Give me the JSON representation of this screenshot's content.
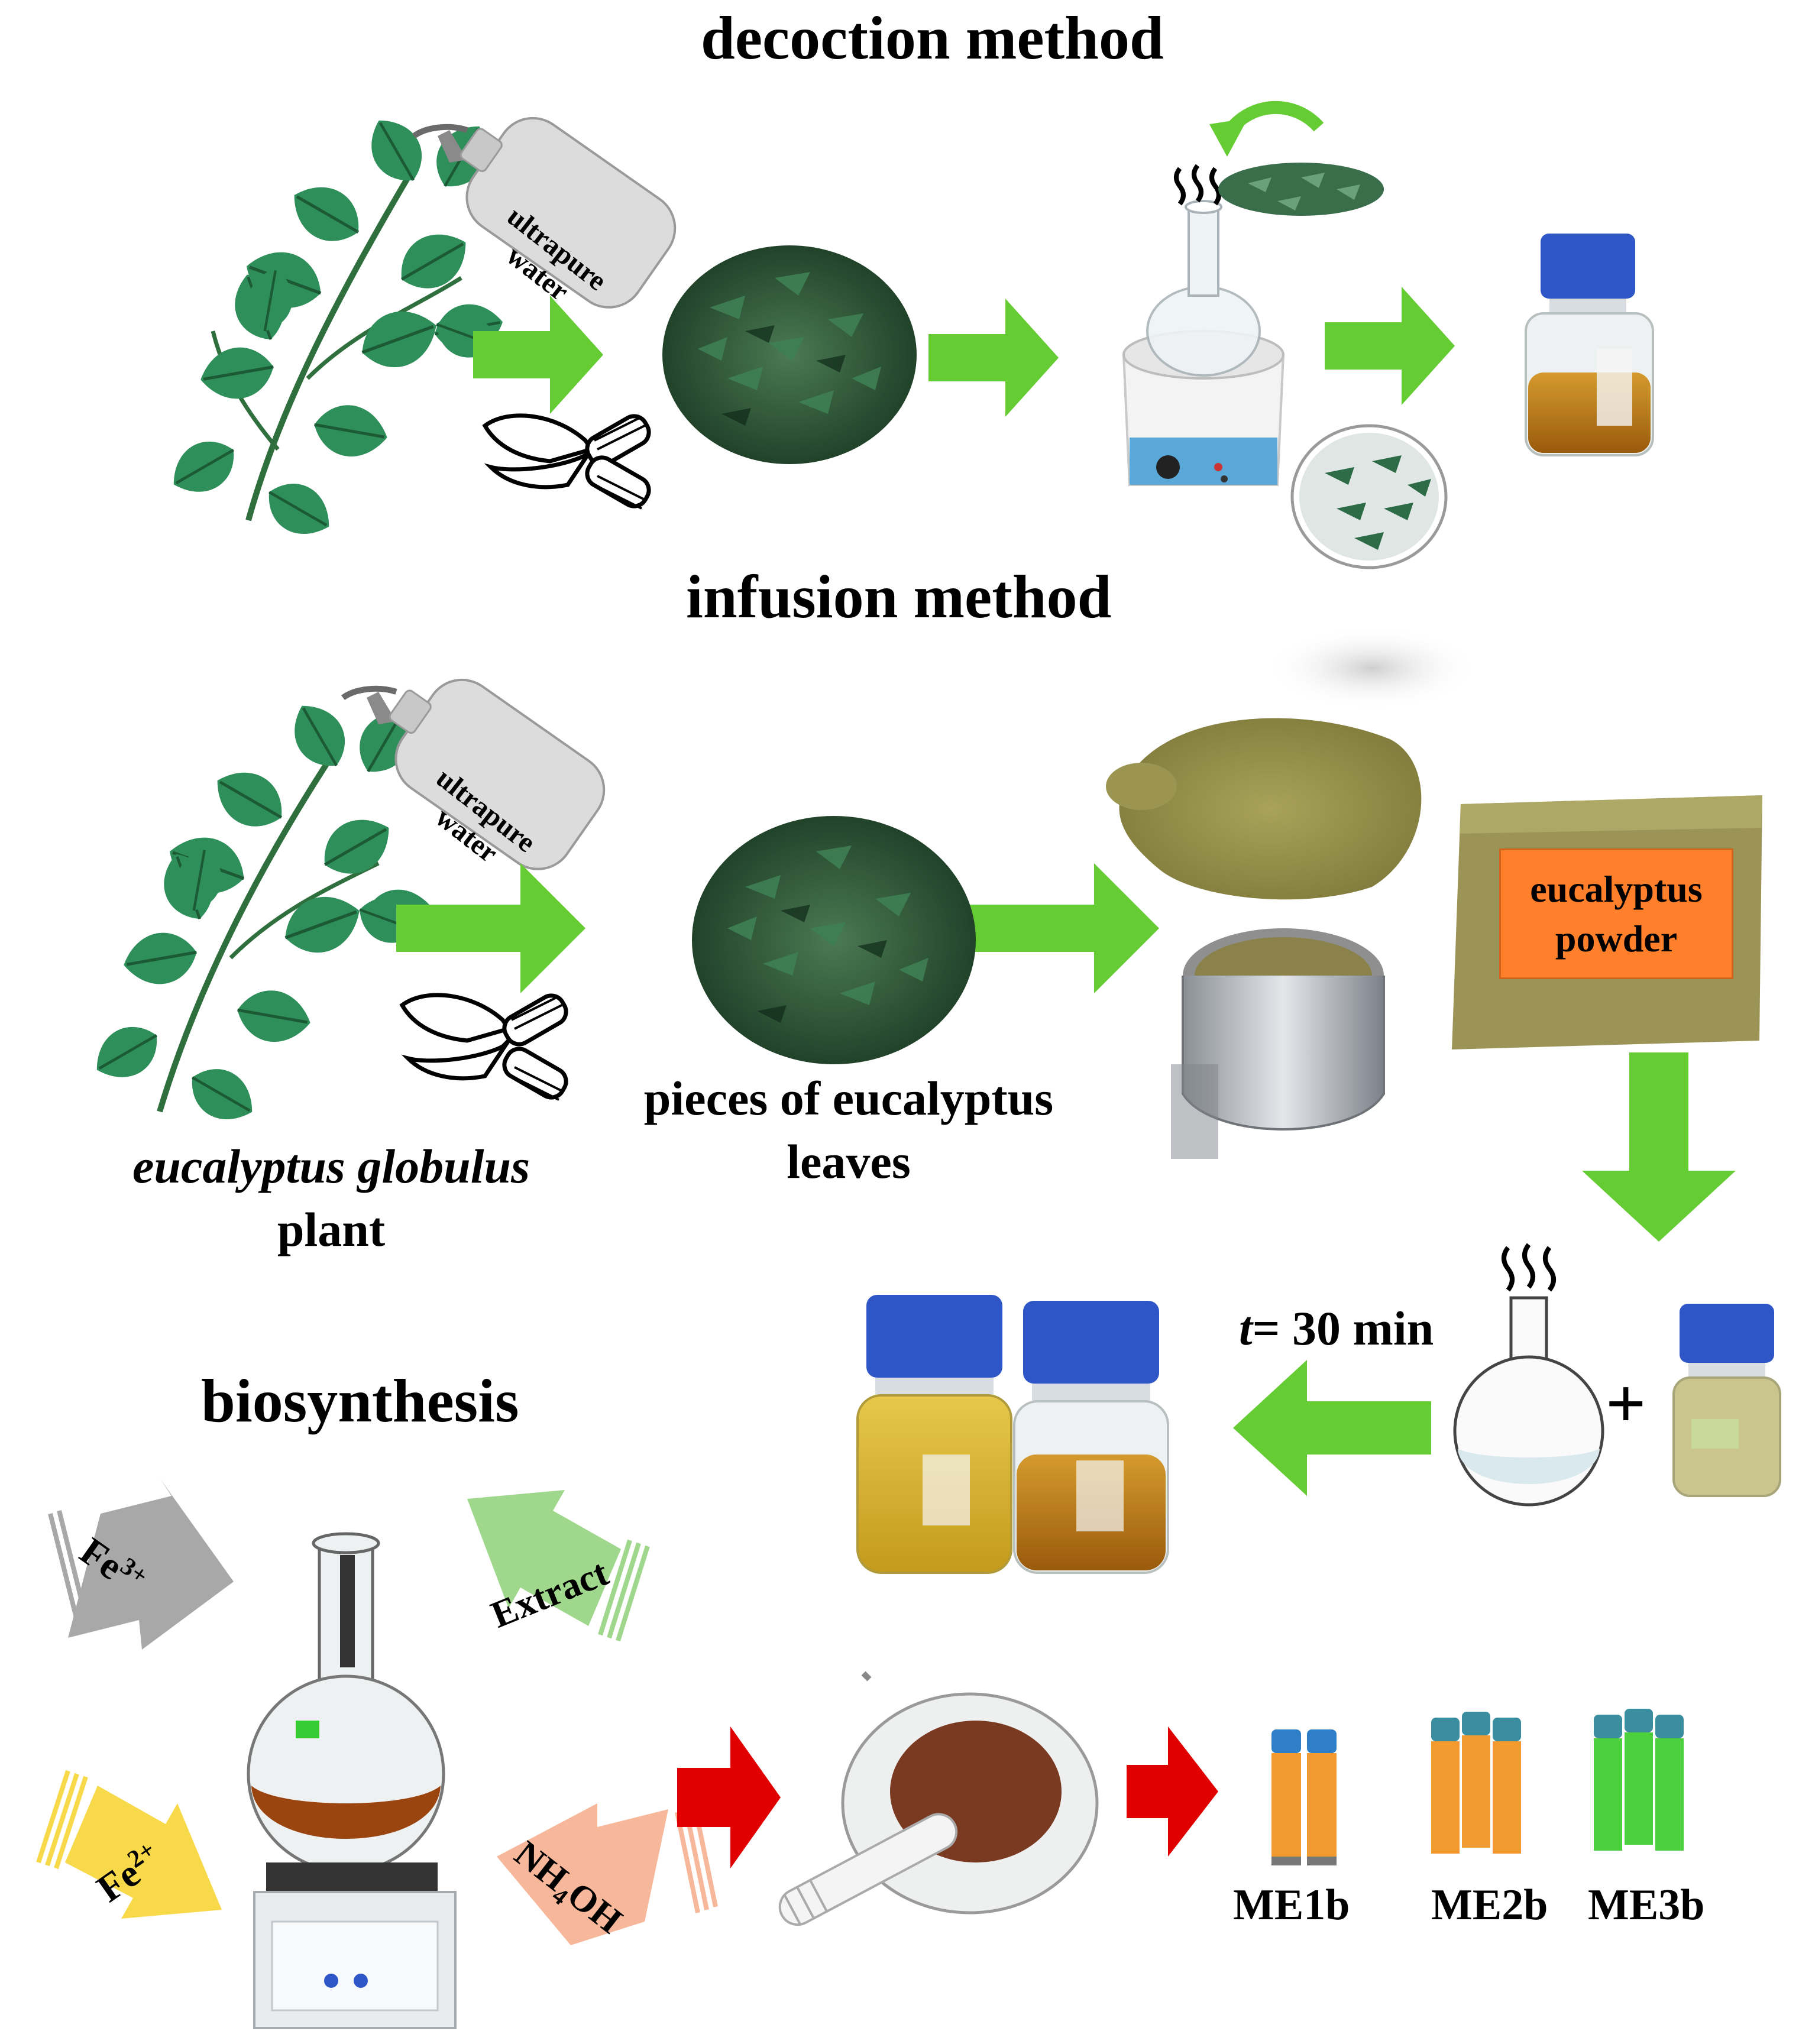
{
  "titles": {
    "decoction": "decoction method",
    "infusion": "infusion method",
    "biosynthesis": "biosynthesis"
  },
  "bottle_label": {
    "line1": "ultrapure",
    "line2": "water"
  },
  "labels": {
    "plant_line1": "eucalyptus globulus",
    "plant_line2": "plant",
    "pieces_line1": "pieces of eucalyptus",
    "pieces_line2": "leaves",
    "powder_line1": "eucalyptus",
    "powder_line2": "powder",
    "time_var": "t",
    "time_value": "= 30 min",
    "plus": "+"
  },
  "reagents": {
    "fe3": "Fe",
    "fe3_sup": "3+",
    "fe2": "Fe",
    "fe2_sup": "2+",
    "extract": "Extract",
    "nh4oh_a": "NH",
    "nh4oh_sub": "4",
    "nh4oh_b": "OH"
  },
  "samples": [
    "ME1b",
    "ME2b",
    "ME3b"
  ],
  "colors": {
    "process_arrow": "#66cc33",
    "product_arrow": "#e00000",
    "fe3_arrow": "#a8a8a8",
    "extract_arrow": "#9fd88c",
    "fe2_arrow": "#f7d94a",
    "nh4oh_arrow": "#f7b79a",
    "powder_box": "#ff7f2a"
  }
}
